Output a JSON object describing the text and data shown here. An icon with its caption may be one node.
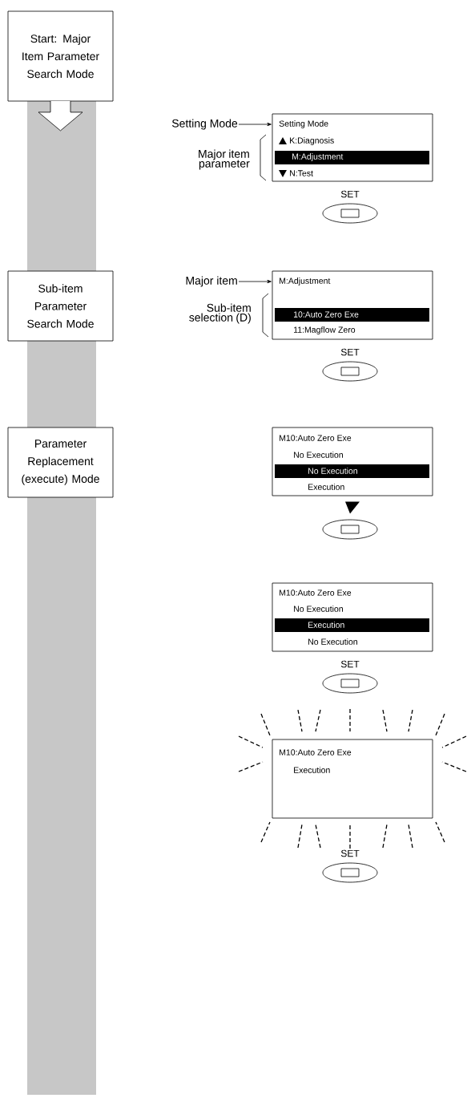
{
  "diagram": {
    "nodes": [
      {
        "text": [
          "Start: Major Item Parameter Search Mode"
        ]
      },
      {
        "text": [
          "Setting Mode"
        ]
      },
      {
        "text": [
          "Setting Mode",
          "K:Diagnosis",
          "M:Adjustment",
          "N:Test"
        ]
      },
      {
        "text": [
          "SET"
        ]
      },
      {
        "text": [
          "Sub-item Parameter Search Mode"
        ]
      },
      {
        "text": [
          "Major item"
        ]
      },
      {
        "text": [
          "M:Adjustment",
          "10:Auto Zero Exe",
          "11:Magflow Zero"
        ]
      },
      {
        "text": [
          "SET"
        ]
      },
      {
        "text": [
          "Parameter Replacement (execute) Mode"
        ]
      },
      {
        "text": [
          "M10:Auto Zero Exe",
          "No Execution",
          "No Execution",
          "Execution"
        ]
      },
      {
        "text": [],
        "shape": "button"
      },
      {
        "text": [
          "M10:Auto Zero Exe",
          "No Execution",
          "Execution",
          "No Execution"
        ]
      },
      {
        "text": [
          "SET"
        ]
      },
      {
        "text": [
          "M10:Auto Zero Exe",
          "Execution"
        ]
      },
      {
        "text": [
          "SET"
        ]
      }
    ],
    "edges": [
      {
        "from": 0,
        "to": null,
        "arrow": "to"
      },
      {
        "from": 1,
        "to": 2,
        "arrow": "to"
      },
      {
        "from": 5,
        "to": 6,
        "arrow": "to"
      },
      {
        "from": 9,
        "to": 10,
        "arrow": "to"
      }
    ],
    "labels": [
      "Major item parameter",
      "Sub-item selection (D)"
    ]
  }
}
